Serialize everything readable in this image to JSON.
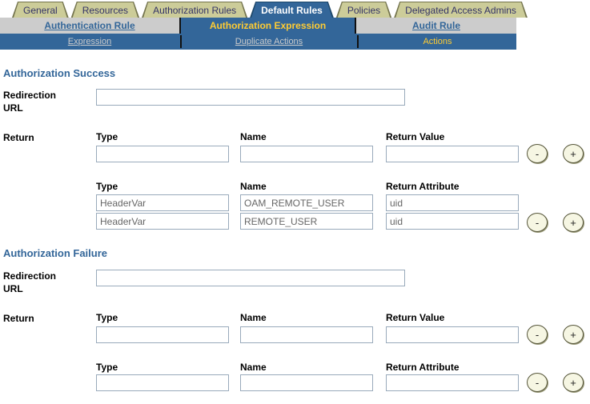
{
  "tabs": {
    "items": [
      {
        "label": "General",
        "active": false
      },
      {
        "label": "Resources",
        "active": false
      },
      {
        "label": "Authorization Rules",
        "active": false
      },
      {
        "label": "Default Rules",
        "active": true
      },
      {
        "label": "Policies",
        "active": false
      },
      {
        "label": "Delegated Access Admins",
        "active": false
      }
    ]
  },
  "subtabs": {
    "items": [
      {
        "label": "Authentication Rule",
        "active": false
      },
      {
        "label": "Authorization Expression",
        "active": true
      },
      {
        "label": "Audit Rule",
        "active": false
      }
    ]
  },
  "subnav": {
    "items": [
      {
        "label": "Expression",
        "active": false
      },
      {
        "label": "Duplicate Actions",
        "active": false
      },
      {
        "label": "Actions",
        "active": true
      }
    ]
  },
  "success": {
    "heading": "Authorization Success",
    "redirection_label": "Redirection URL",
    "redirection_value": "",
    "return_label": "Return",
    "value_group": {
      "headers": [
        "Type",
        "Name",
        "Return Value"
      ],
      "rows": [
        {
          "type": "",
          "name": "",
          "value": ""
        }
      ]
    },
    "attribute_group": {
      "headers": [
        "Type",
        "Name",
        "Return Attribute"
      ],
      "rows": [
        {
          "type": "HeaderVar",
          "name": "OAM_REMOTE_USER",
          "value": "uid"
        },
        {
          "type": "HeaderVar",
          "name": "REMOTE_USER",
          "value": "uid"
        }
      ]
    }
  },
  "failure": {
    "heading": "Authorization Failure",
    "redirection_label": "Redirection URL",
    "redirection_value": "",
    "return_label": "Return",
    "value_group": {
      "headers": [
        "Type",
        "Name",
        "Return Value"
      ],
      "rows": [
        {
          "type": "",
          "name": "",
          "value": ""
        }
      ]
    },
    "attribute_group": {
      "headers": [
        "Type",
        "Name",
        "Return Attribute"
      ],
      "rows": [
        {
          "type": "",
          "name": "",
          "value": ""
        }
      ]
    }
  },
  "controls": {
    "remove_label": "-",
    "add_label": "+"
  },
  "colors": {
    "tab_active_bg": "#336699",
    "tab_inactive_bg": "#CCCC99",
    "subtab_bg": "#CCCCCC",
    "bar_bg": "#336699",
    "accent_yellow": "#FFCC33",
    "link_blue": "#336699",
    "input_border": "#99AABB",
    "input_text": "#666666"
  }
}
